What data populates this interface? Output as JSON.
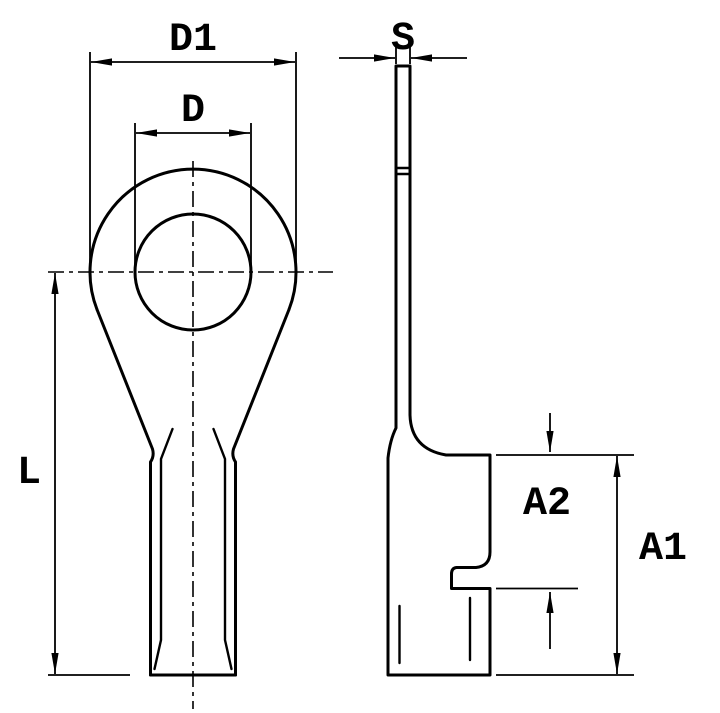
{
  "diagram": {
    "colors": {
      "line": "#000000",
      "background": "#ffffff"
    },
    "labels": {
      "d1": "D1",
      "d": "D",
      "s": "S",
      "l": "L",
      "a2": "A2",
      "a1": "A1"
    }
  }
}
